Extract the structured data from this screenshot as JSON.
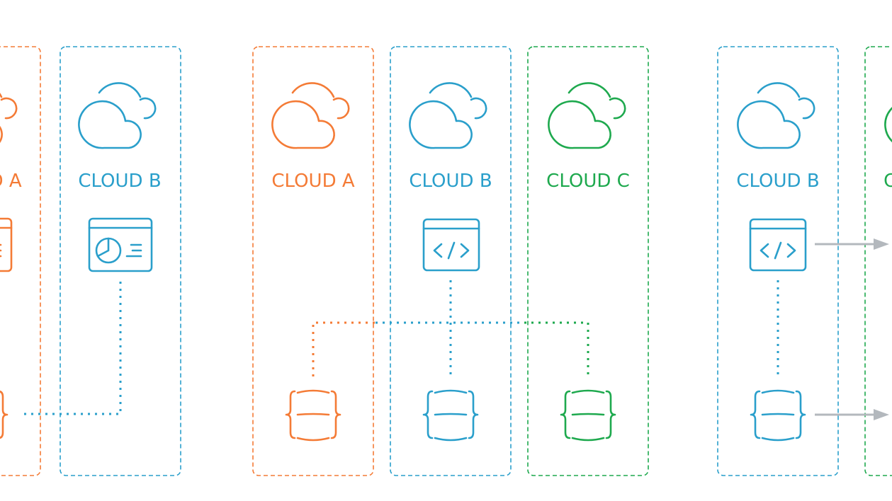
{
  "colors": {
    "cloud_a": "#f47b36",
    "cloud_b": "#2a9fcb",
    "cloud_c": "#1ea94e",
    "arrow": "#b3b8bd"
  },
  "groups": [
    {
      "panels": [
        {
          "label": "CLOUD A",
          "color": "cloud_a"
        },
        {
          "label": "CLOUD B",
          "color": "cloud_b"
        }
      ]
    },
    {
      "panels": [
        {
          "label": "CLOUD A",
          "color": "cloud_a"
        },
        {
          "label": "CLOUD B",
          "color": "cloud_b"
        },
        {
          "label": "CLOUD C",
          "color": "cloud_c"
        }
      ]
    },
    {
      "panels": [
        {
          "label": "CLOUD B",
          "color": "cloud_b"
        },
        {
          "label": "CLOUD C",
          "color": "cloud_c"
        }
      ]
    }
  ],
  "icons": {
    "cloud": "cloud-icon",
    "dashboard": "dashboard-window-icon",
    "code": "code-window-icon",
    "database": "database-icon",
    "arrow": "arrow-right-icon"
  }
}
